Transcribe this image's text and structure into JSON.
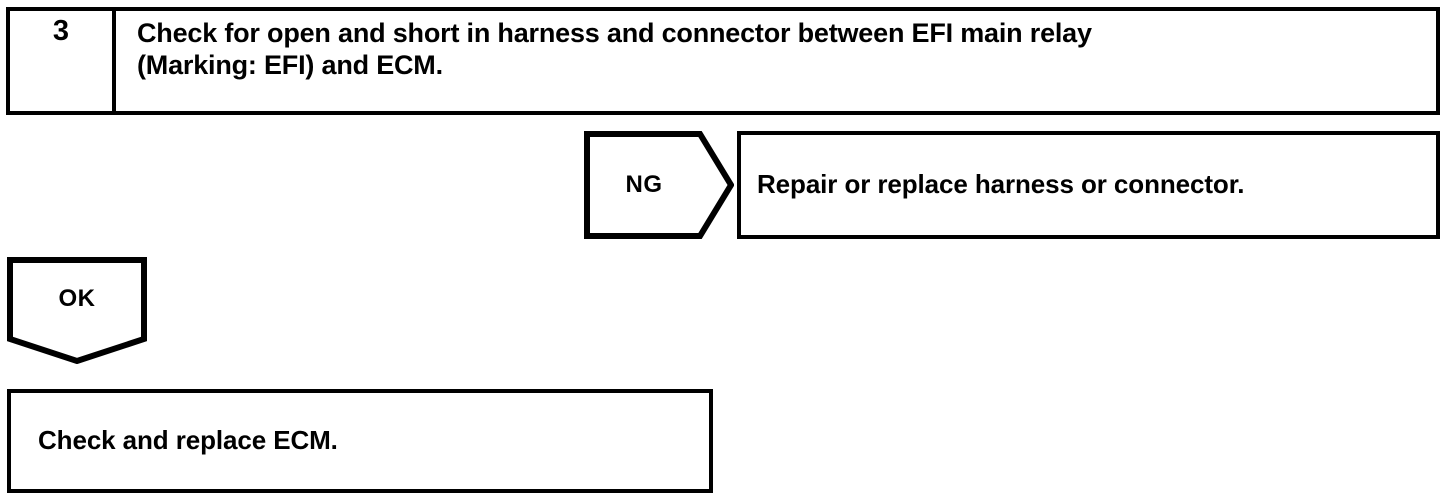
{
  "diagram": {
    "type": "troubleshooting-flowchart",
    "colors": {
      "stroke": "#000000",
      "fill": "#ffffff",
      "text": "#000000"
    },
    "step": {
      "number": "3",
      "description": "Check for open and short in harness and connector between EFI main relay\n(Marking: EFI) and ECM."
    },
    "branch_ng": {
      "label": "NG",
      "result": "Repair or replace harness or connector."
    },
    "branch_ok": {
      "label": "OK",
      "result": "Check and replace ECM."
    }
  }
}
